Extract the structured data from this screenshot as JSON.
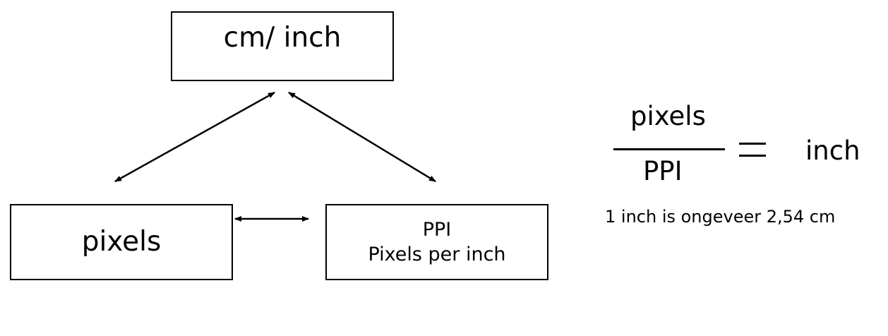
{
  "diagram": {
    "boxes": {
      "units": {
        "label": "cm/ inch"
      },
      "pixels": {
        "label": "pixels"
      },
      "ppi": {
        "title": "PPI",
        "subtitle": "Pixels per inch"
      }
    },
    "connections": [
      {
        "from": "units",
        "to": "pixels",
        "type": "bidirectional"
      },
      {
        "from": "units",
        "to": "ppi",
        "type": "bidirectional"
      },
      {
        "from": "pixels",
        "to": "ppi",
        "type": "bidirectional"
      }
    ],
    "colors": {
      "line": "#000000",
      "background": "#ffffff"
    }
  },
  "formula": {
    "numerator": "pixels",
    "denominator": "PPI",
    "result": "inch"
  },
  "note": "1 inch is ongeveer 2,54 cm"
}
